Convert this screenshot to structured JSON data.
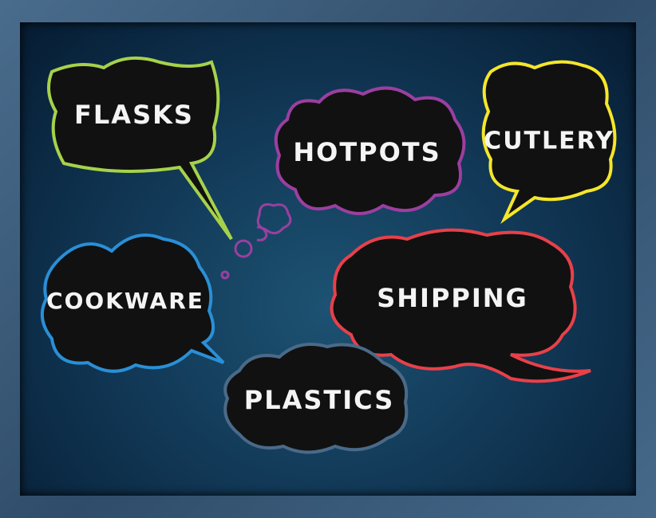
{
  "bubbles": [
    {
      "label": "FLASKS",
      "color": "#a6d24a"
    },
    {
      "label": "HOTPOTS",
      "color": "#9b3fa0"
    },
    {
      "label": "CUTLERY",
      "color": "#f5e62a"
    },
    {
      "label": "COOKWARE",
      "color": "#2a8fd6"
    },
    {
      "label": "SHIPPING",
      "color": "#e8404a"
    },
    {
      "label": "PLASTICS",
      "color": "#4a6a88"
    }
  ]
}
